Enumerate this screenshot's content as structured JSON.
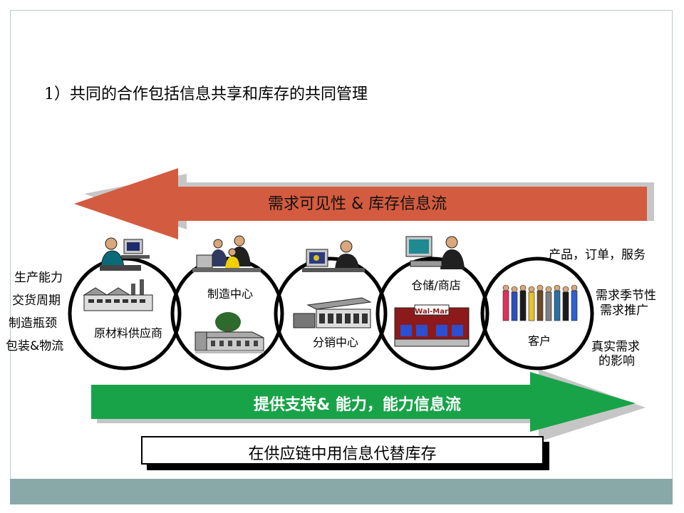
{
  "title": "1）共同的合作包括信息共享和库存的共同管理",
  "top_arrow_label": "需求可见性 & 库存信息流",
  "bottom_arrow_label": "提供支持& 能力，能力信息流",
  "bottom_box_text": "在供应链中用信息代替库存",
  "nodes": [
    {
      "label": "原材料供应商",
      "icon_top": "person-at-computer-icon",
      "icon_bottom": "factory-icon"
    },
    {
      "label": "制造中心",
      "icon_top": "business-meeting-icon",
      "icon_bottom": "plant-building-icon"
    },
    {
      "label": "分销中心",
      "icon_top": "person-on-phone-icon",
      "icon_bottom": "distribution-building-icon"
    },
    {
      "label": "仓储/商店",
      "icon_top": "cashier-icon",
      "icon_bottom": "walmart-store-icon",
      "store_sign": "Wal-Mart"
    },
    {
      "label": "客户",
      "icon_top": "",
      "icon_bottom": "crowd-of-people-icon"
    }
  ],
  "left_factors": [
    "生产能力",
    "交货周期",
    "制造瓶颈",
    "包装&物流"
  ],
  "right_factors": {
    "top": "产品，订单，服务",
    "middle": [
      "需求季节性",
      "需求推广"
    ],
    "bottom": [
      "真实需求",
      "的影响"
    ]
  },
  "colors": {
    "top_arrow": "#d35b3f",
    "bottom_arrow": "#18a348",
    "footer": "#89a9a9",
    "shadow": "#c6c6c6"
  }
}
